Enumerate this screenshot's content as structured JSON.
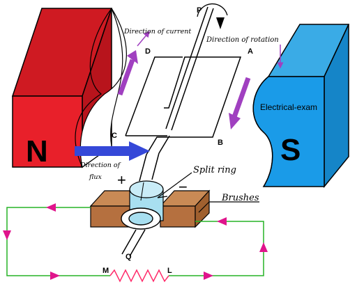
{
  "magnets": {
    "north": {
      "label": "N",
      "color": "#e8202a"
    },
    "south": {
      "label": "S",
      "color": "#1a9be8"
    }
  },
  "watermark": "Electrical-exam",
  "coil_points": {
    "A": "A",
    "B": "B",
    "C": "C",
    "D": "D"
  },
  "shaft_points": {
    "P": "P",
    "Q": "Q"
  },
  "labels": {
    "direction_of_current": "Direction of current",
    "direction_of_rotation": "Direction of rotation",
    "direction_of_flux_line1": "Direction of",
    "direction_of_flux_line2": "flux",
    "split_ring": "Split ring",
    "brushes": "Brushes",
    "plus": "+",
    "minus": "−"
  },
  "load_points": {
    "M": "M",
    "L": "L"
  },
  "colors": {
    "arrow_purple": "#a040c0",
    "flux_arrow": "#3548d8",
    "circuit_wire": "#27b327",
    "circuit_arrow": "#e0148c",
    "resistor": "#ff2a6a",
    "brush": "#b5703f",
    "split_ring": "#a8dff0"
  }
}
